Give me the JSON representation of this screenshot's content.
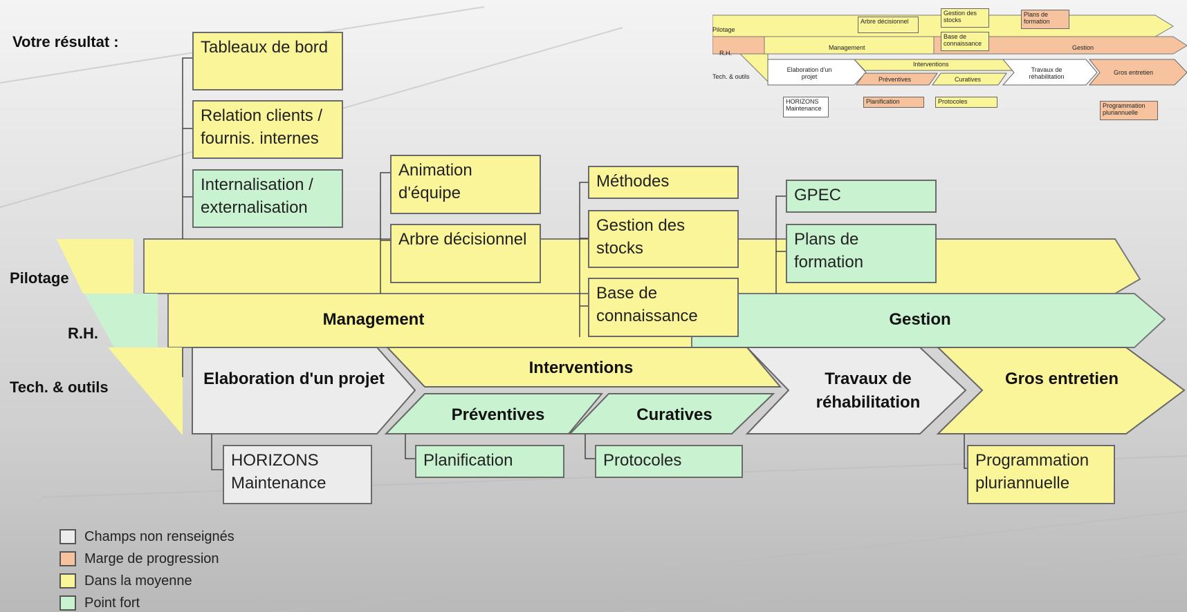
{
  "header": {
    "result_label": "Votre résultat :"
  },
  "rows": {
    "pilotage": "Pilotage",
    "rh": "R.H.",
    "tech": "Tech. & outils"
  },
  "bands": {
    "management": "Management",
    "gestion": "Gestion"
  },
  "stages": {
    "elaboration": "Elaboration d'un projet",
    "interventions": "Interventions",
    "preventives": "Préventives",
    "curatives": "Curatives",
    "travaux": "Travaux de réhabilitation",
    "gros_entretien": "Gros entretien"
  },
  "boxes": {
    "tableaux": "Tableaux de bord",
    "relation": "Relation clients / fournis. internes",
    "internalisation": "Internalisation / externalisation",
    "animation": "Animation d'équipe",
    "arbre": "Arbre décisionnel",
    "methodes": "Méthodes",
    "gestion_stocks": "Gestion des stocks",
    "base": "Base de connaissance",
    "gpec": "GPEC",
    "plans": "Plans de formation",
    "horizons": "HORIZONS Maintenance",
    "planification": "Planification",
    "protocoles": "Protocoles",
    "programmation": "Programmation pluriannuelle"
  },
  "legend": [
    {
      "label": "Champs non renseignés",
      "color": "#ececec"
    },
    {
      "label": "Marge de progression",
      "color": "#f6c39e"
    },
    {
      "label": "Dans la moyenne",
      "color": "#fbf59a"
    },
    {
      "label": "Point fort",
      "color": "#c9f3d0"
    }
  ],
  "thumbnail": {
    "pilotage": "Pilotage",
    "rh": "R.H.",
    "tech": "Tech. & outils",
    "arbre": "Arbre décisionnel",
    "gestion_stocks": "Gestion des stocks",
    "plans": "Plans de formation",
    "management": "Management",
    "base": "Base de connaissance",
    "gestion": "Gestion",
    "elaboration": "Elaboration d'un projet",
    "interventions": "Interventions",
    "travaux": "Travaux de réhabilitation",
    "gros_entretien": "Gros entretien",
    "preventives": "Préventives",
    "curatives": "Curatives",
    "horizons": "HORIZONS Maintenance",
    "planification": "Planification",
    "protocoles": "Protocoles",
    "programmation": "Programmation pluriannuelle"
  }
}
